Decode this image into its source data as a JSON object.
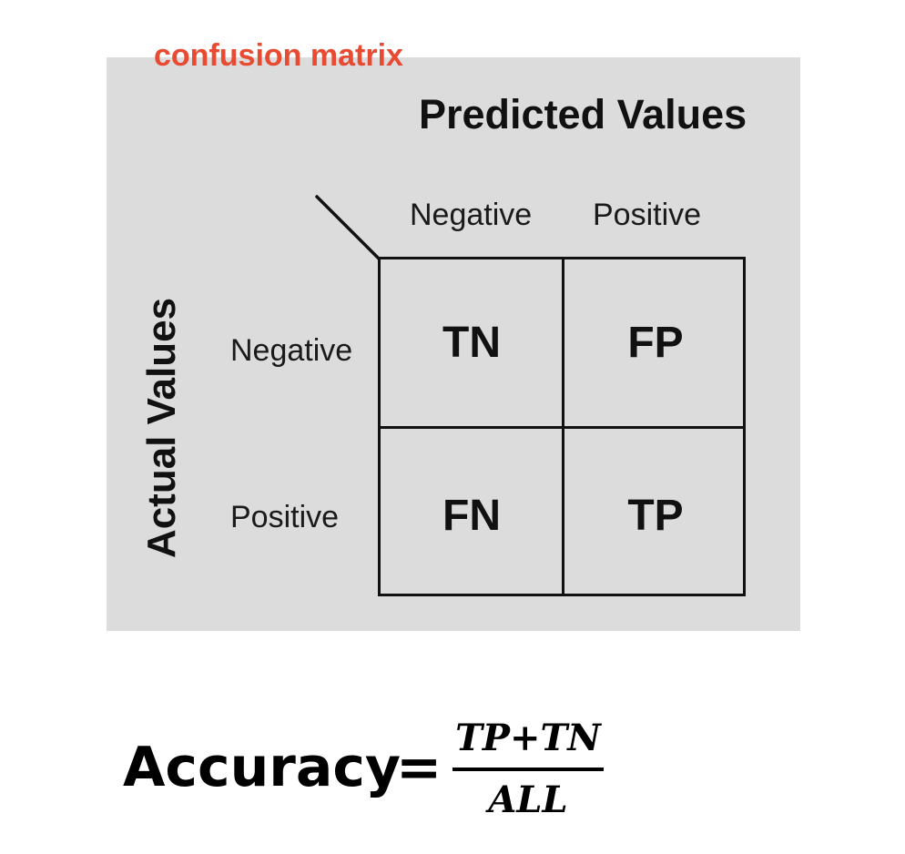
{
  "caption": "confusion matrix",
  "matrix": {
    "predicted_title": "Predicted Values",
    "actual_title": "Actual Values",
    "columns": [
      "Negative",
      "Positive"
    ],
    "rows": [
      "Negative",
      "Positive"
    ],
    "cells": [
      [
        "TN",
        "FP"
      ],
      [
        "FN",
        "TP"
      ]
    ]
  },
  "formula": {
    "label": "Accuracy",
    "equals": "=",
    "numerator": "TP+TN",
    "denominator": "ALL"
  },
  "colors": {
    "caption": "#e84a32",
    "panel_background": "#dcdcdd",
    "lines": "#111111"
  }
}
